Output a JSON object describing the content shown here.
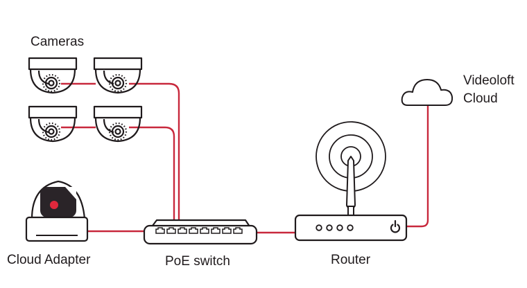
{
  "labels": {
    "cameras": "Cameras",
    "cloud_adapter": "Cloud Adapter",
    "poe_switch": "PoE switch",
    "router": "Router",
    "videoloft": "Videoloft",
    "cloud": "Cloud"
  },
  "colors": {
    "link": "#c8283c",
    "outline": "#1f1a1c",
    "adapter_logo": "#2a2428",
    "adapter_dot": "#e0283c"
  },
  "icons": [
    "camera-icon",
    "cloud-adapter-icon",
    "poe-switch-icon",
    "router-icon",
    "cloud-icon",
    "power-icon",
    "arrow-up-icon"
  ]
}
